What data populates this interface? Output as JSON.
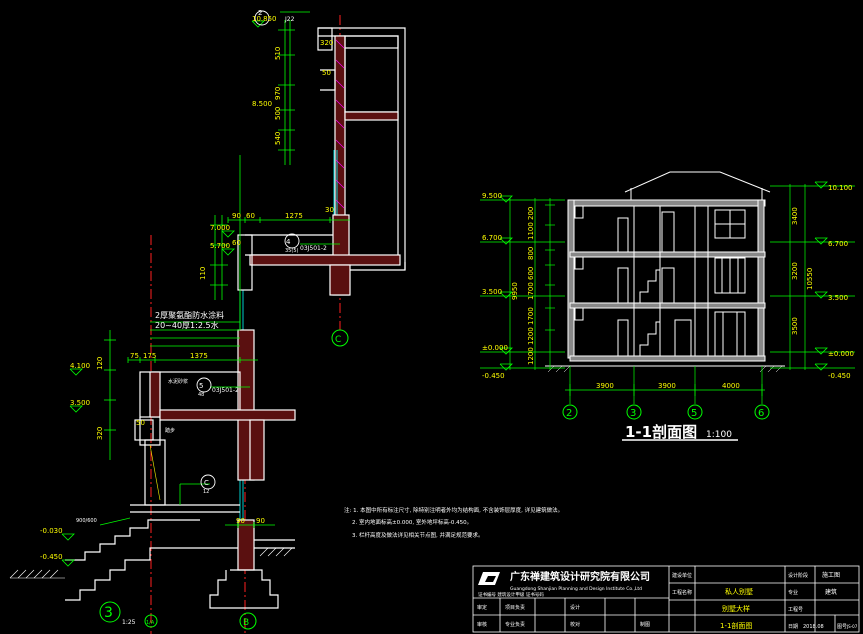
{
  "detail": {
    "levels": [
      "10.850",
      "8.500",
      "7.000",
      "5.700",
      "4.100",
      "3.500",
      "-0.030",
      "-0.450"
    ],
    "dims_upper": [
      "320",
      "510",
      "500",
      "970",
      "540",
      "50"
    ],
    "dims_mid": [
      "90",
      "60",
      "1275",
      "110",
      "30",
      "60"
    ],
    "dims_lower": [
      "75",
      "175",
      "1375",
      "120",
      "50",
      "320"
    ],
    "spec_line1": "2厚聚氨酯防水涂料",
    "spec_line2": "20~40厚1:2.5水",
    "callout_2_num": "2",
    "callout_2_sub": "J22",
    "callout_4_num": "4",
    "callout_4_sub": "35(5)",
    "callout_4_ref": "03J501-2",
    "callout_5_num": "5",
    "callout_5_sub": "48",
    "callout_5_ref": "03J501-2",
    "callout_c_num": "C",
    "callout_c_sub": "12",
    "mat_label": "水泥砂浆",
    "room_label": "踏步",
    "axis_c": "C",
    "axis_b": "B",
    "axis_a": "1/A",
    "detail_num": "3",
    "detail_scale": "1:25",
    "dims_bottom": [
      "90",
      "90"
    ],
    "label_2": "900/600"
  },
  "notes": [
    "注: 1. 本图中所有标注尺寸, 除特别注明者外均为结构面, 不含装饰层厚度, 详见建筑做法。",
    "2. 室内地面标高±0.000, 室外地坪标高-0.450。",
    "3. 栏杆高度及做法详见相关节点图, 并满足规范要求。"
  ],
  "section": {
    "title": "1-1剖面图",
    "scale": "1:100",
    "levels_left": [
      "9.500",
      "6.700",
      "3.500",
      "±0.000",
      "-0.450"
    ],
    "levels_right": [
      "10.100",
      "6.700",
      "3.500",
      "±0.000",
      "-0.450"
    ],
    "dims_left": [
      "200",
      "1100",
      "800",
      "600",
      "1700",
      "1700",
      "1200",
      "1200"
    ],
    "dims_right": [
      "3400",
      "3200",
      "3500",
      "10550"
    ],
    "dims_total_left": "9950",
    "dims_bottom": [
      "3900",
      "3900",
      "4000"
    ],
    "axes": [
      "2",
      "3",
      "5",
      "6"
    ]
  },
  "titleblock": {
    "company": "广东禅建筑设计研究院有限公司",
    "company_en": "Guangdong Shanjian Planning and Design Institute Co.,Ltd",
    "cert": "证书编号 建筑设计甲级 证书号码",
    "project_label": "建设单位",
    "project_name_label": "工程名称",
    "project_value": "私人别墅",
    "drawing_value": "别墅大样",
    "drawing_sub": "1-1剖面图",
    "design_phase_label": "设计阶段",
    "design_phase_value": "施工图",
    "discipline_label": "专业",
    "discipline_value": "建筑",
    "project_no_label": "工程号",
    "date_label": "日期",
    "date_value": "2018.08",
    "sheet_label": "图号",
    "sheet_value": "JS-07",
    "roles": [
      "审定",
      "审核",
      "项目负责",
      "专业负责",
      "设计",
      "校对",
      "制图"
    ]
  },
  "colors": {
    "background": "#000000",
    "line": "#ffffff",
    "green": "#00ff00",
    "red": "#ff2020",
    "yellow": "#ffff00",
    "cyan": "#00ffff",
    "magenta": "#ff00ff"
  }
}
